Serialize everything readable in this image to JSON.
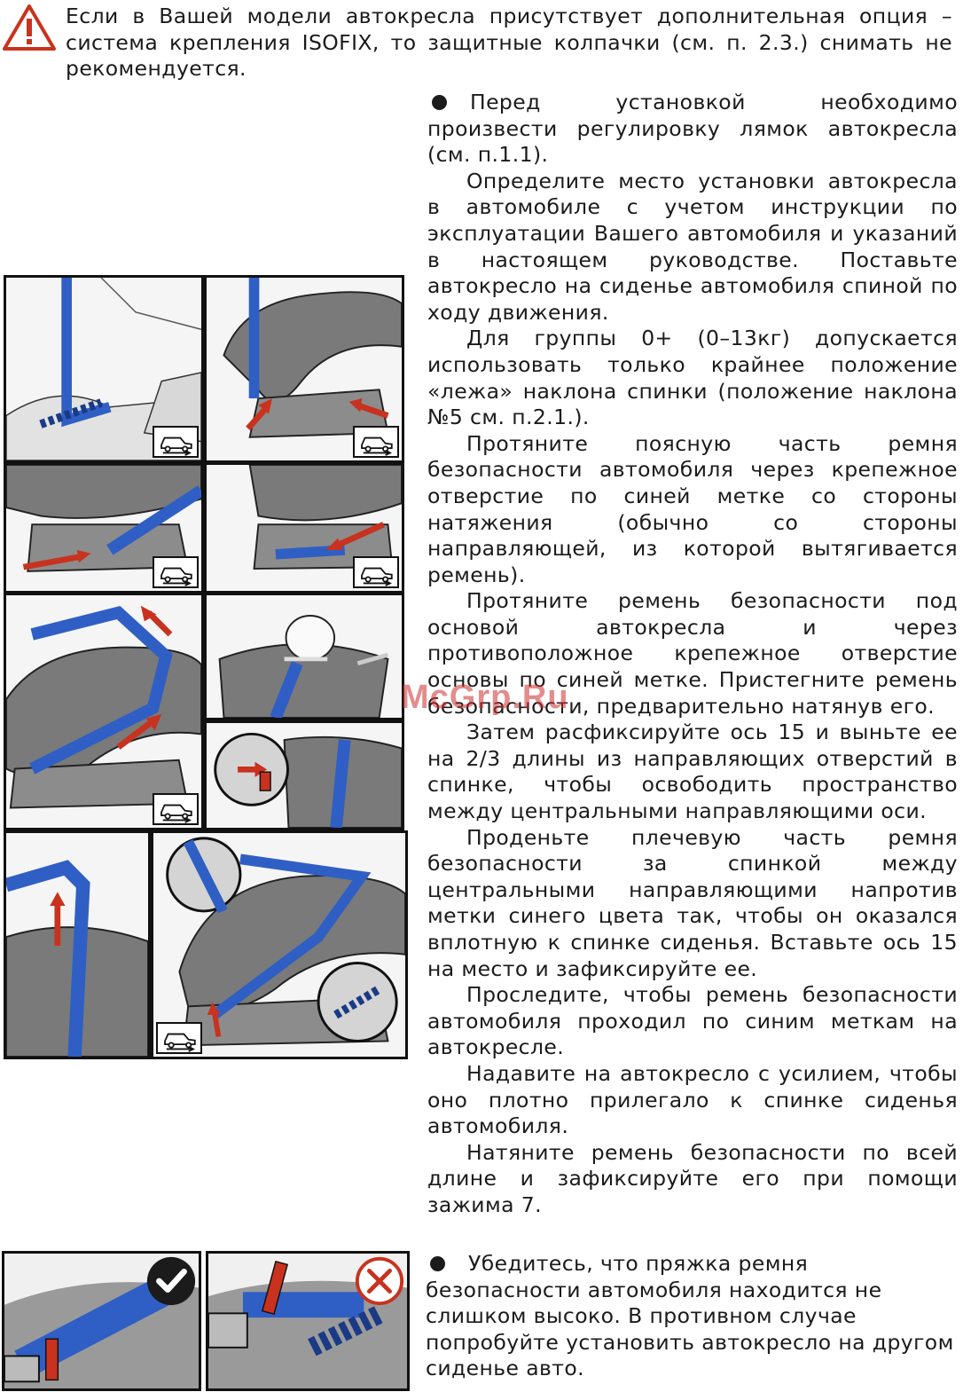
{
  "warning": {
    "icon": "warning-triangle-icon",
    "text": "Если в Вашей модели автокресла присутствует дополнительная опция – система крепления ISOFIX, то защитные колпачки (см. п. 2.3.) снимать не рекомендуется."
  },
  "instructions": {
    "p1": "Перед установкой необходимо произвести регулировку лямок автокресла (см. п.1.1).",
    "p2": "Определите место установки автокресла в автомобиле с учетом инструкции по эксплуатации Вашего автомобиля и указаний в настоящем руководстве. Поставьте автокресло на сиденье автомобиля спиной по ходу движения.",
    "p3": "Для группы 0+ (0–13кг) допускается использовать только крайнее положение «лежа» наклона спинки (положение наклона №5 см. п.2.1.).",
    "p4": "Протяните поясную часть ремня безопасности автомобиля через крепежное отверстие по синей метке со стороны натяжения (обычно со стороны направляющей, из которой вытягивается ремень).",
    "p5": "Протяните ремень безопасности под основой автокресла и через противоположное крепежное отверстие основы по синей метке. Пристегните ремень безопасности, предварительно натянув его.",
    "p6": "Затем расфиксируйте ось 15 и выньте ее на 2/3 длины из направляющих отверстий в спинке, чтобы освободить пространство между центральными направляющими оси.",
    "p7": "Проденьте плечевую часть ремня безопасности за спинкой между центральными направляющими напротив метки синего цвета так, чтобы он оказался вплотную к спинке сиденья. Вставьте ось 15 на место и зафиксируйте ее.",
    "p8": "Проследите, чтобы ремень безопасности автомобиля проходил по синим меткам на автокресле.",
    "p9": "Надавите на автокресло с усилием, чтобы оно плотно прилегало к спинке сиденья автомобиля.",
    "p10": "Натяните ремень безопасности по всей длине и зафиксируйте его при помощи зажима 7."
  },
  "buckle_note": "Убедитесь, что пряжка ремня безопасности автомобиля находится не слишком высоко. В противном случае попробуйте установить автокресло на другом сиденье авто.",
  "watermark": "McGrp.Ru",
  "colors": {
    "belt_blue": "#2f5fc4",
    "arrow_red": "#c8321e",
    "seat_gray": "#6e6e6e",
    "outline": "#111111"
  },
  "icons": {
    "car_direction": "car-direction-icon",
    "correct": "checkmark-icon",
    "incorrect": "cross-icon"
  }
}
